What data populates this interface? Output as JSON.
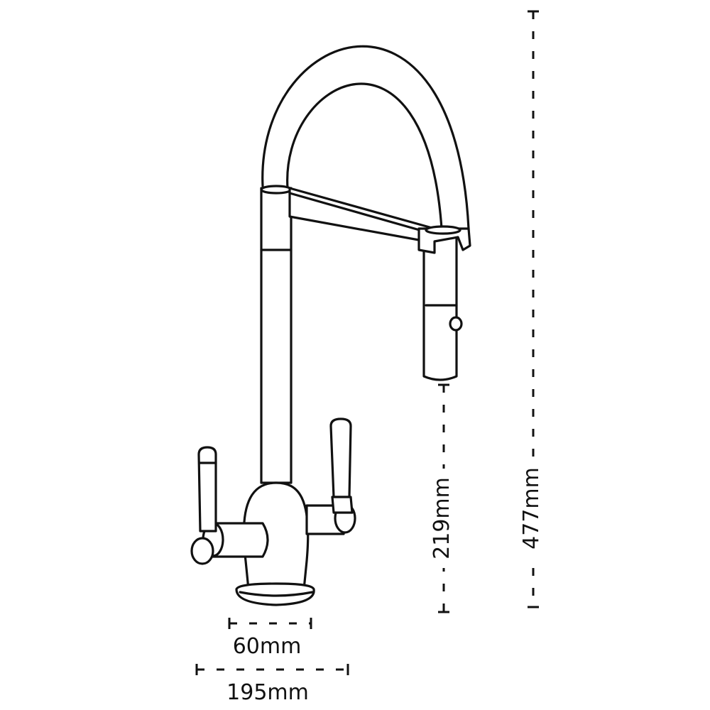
{
  "diagram": {
    "subject": "kitchen-tap-dimension-drawing",
    "colors": {
      "stroke": "#111111",
      "background": "#ffffff"
    },
    "dimensions": {
      "base_diameter": "60mm",
      "total_width": "195mm",
      "spout_clearance": "219mm",
      "total_height": "477mm"
    }
  }
}
